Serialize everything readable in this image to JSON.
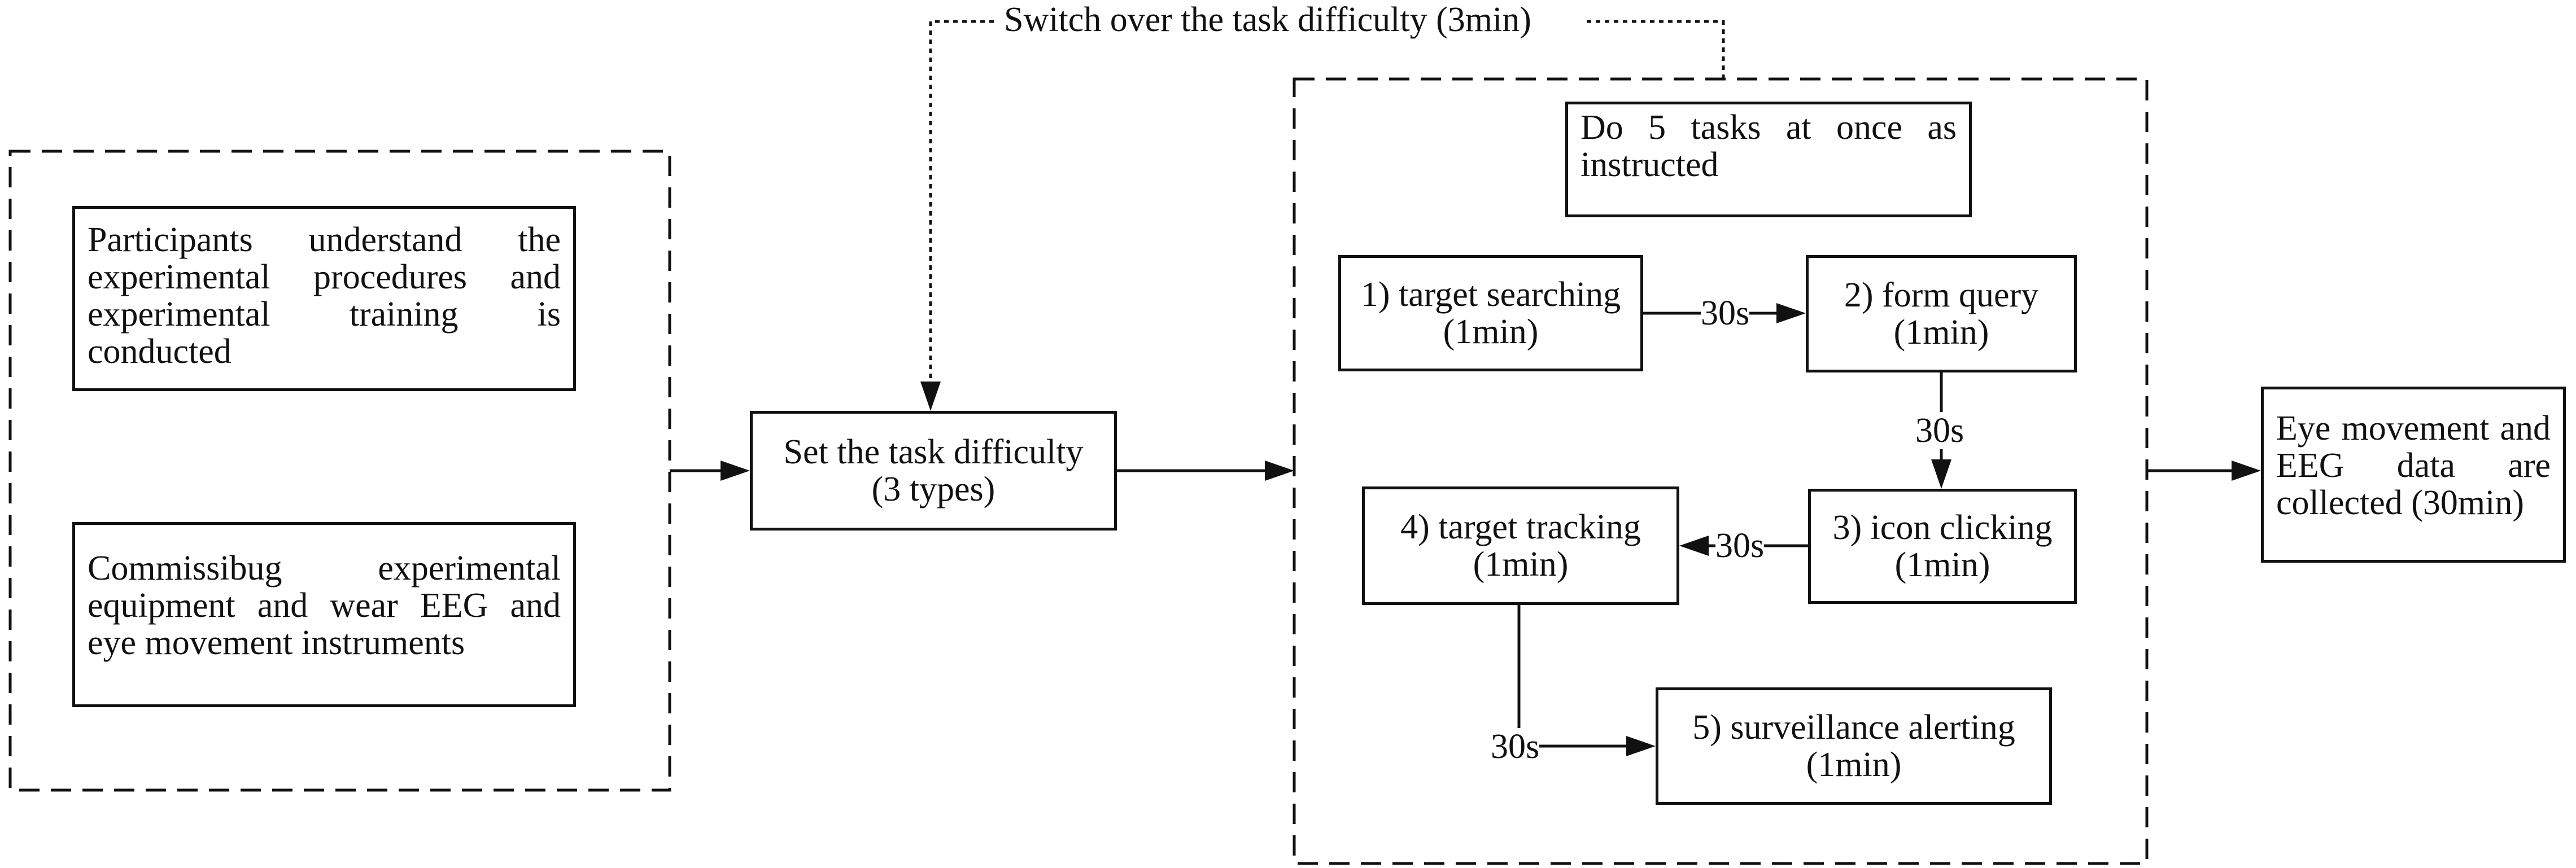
{
  "feedback_label": "Switch over the task difficulty (3min)",
  "left_group": {
    "box1_text": "Participants understand the experimental procedures and experimental training is conducted",
    "box2_text": "Commissibug experimental equipment and wear EEG and eye movement instruments"
  },
  "difficulty_box": {
    "line1": "Set the task difficulty",
    "line2": "(3 types)"
  },
  "task_group": {
    "header": "Do 5 tasks at once as instructed",
    "tasks": [
      {
        "line1": "1) target searching",
        "line2": "(1min)"
      },
      {
        "line1": "2)  form query",
        "line2": "(1min)"
      },
      {
        "line1": "3) icon clicking",
        "line2": "(1min)"
      },
      {
        "line1": "4) target tracking",
        "line2": "(1min)"
      },
      {
        "line1": "5) surveillance alerting",
        "line2": "(1min)"
      }
    ],
    "interval_labels": [
      "30s",
      "30s",
      "30s",
      "30s"
    ]
  },
  "output_box": {
    "text": "Eye movement and EEG data are collected (30min)"
  }
}
